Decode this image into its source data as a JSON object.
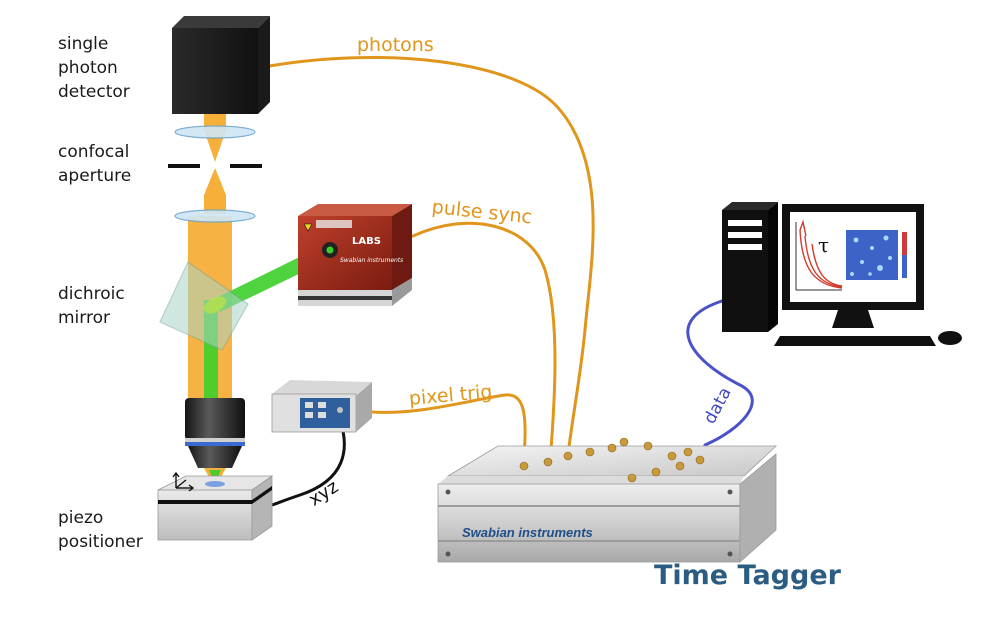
{
  "labels": {
    "detector": [
      "single",
      "photon",
      "detector"
    ],
    "aperture": [
      "confocal",
      "aperture"
    ],
    "mirror": [
      "dichroic",
      "mirror"
    ],
    "piezo": [
      "piezo",
      "positioner"
    ]
  },
  "cables": {
    "photons": "photons",
    "pulse_sync": "pulse sync",
    "pixel_trig": "pixel trig",
    "data": "data",
    "xyz": "xyz"
  },
  "device": {
    "title": "Time Tagger",
    "brand": "Swabian instruments",
    "laser_brand_top": "LABS",
    "laser_brand_bottom": "Swabian instruments"
  },
  "monitor": {
    "tau_symbol": "τ"
  },
  "colors": {
    "cable_orange": "#e0961c",
    "cable_blue": "#4a52c8",
    "beam_orange": "#f5a623",
    "beam_green": "#3ccf2a",
    "laser_red": "#9e2a1c",
    "title_blue": "#2b5d82"
  }
}
